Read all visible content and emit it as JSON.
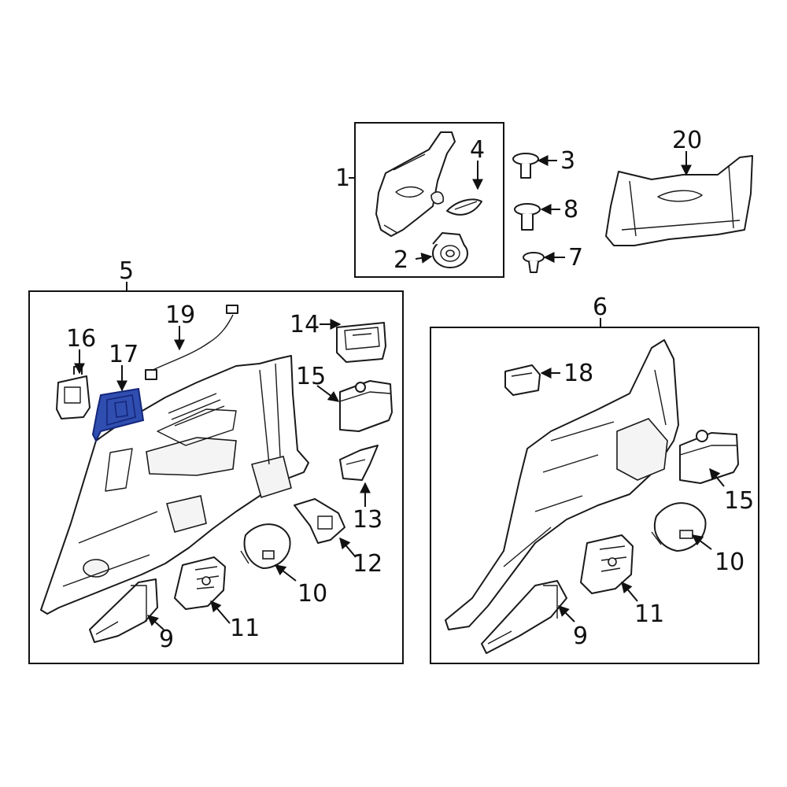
{
  "highlight_color": "#2f4eb0",
  "callouts": {
    "c1": "1",
    "c2": "2",
    "c3": "3",
    "c4": "4",
    "c5": "5",
    "c6": "6",
    "c7": "7",
    "c8": "8",
    "c9a": "9",
    "c9b": "9",
    "c10a": "10",
    "c10b": "10",
    "c11a": "11",
    "c11b": "11",
    "c12": "12",
    "c13": "13",
    "c14": "14",
    "c15a": "15",
    "c15b": "15",
    "c16": "16",
    "c17": "17",
    "c18": "18",
    "c19": "19",
    "c20": "20"
  }
}
